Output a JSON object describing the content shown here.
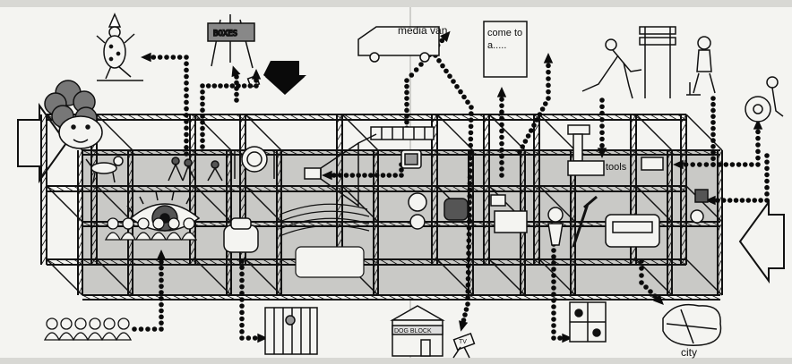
{
  "labels": {
    "media_van": "media van",
    "come_to": "come to",
    "come_to_line2": "a.....",
    "tools": "tools",
    "city": "city",
    "dog_block": "DOG BLOCK",
    "tv": "TV",
    "signboard": "BOXES"
  },
  "colors": {
    "paper": "#f4f4f1",
    "band": "#c9c9c6",
    "ink": "#111111",
    "dots": "#0b0b0b"
  },
  "icons": [
    "clown-icon",
    "easel-icon",
    "media-van-icon",
    "poster-icon",
    "carpenter-icon",
    "dancer-icon",
    "cyclist-icon",
    "face-icon",
    "big-down-arrow-icon",
    "left-open-arrow-icon",
    "right-open-arrow-icon",
    "dog-icon",
    "film-strip-icon",
    "tv-icon",
    "eye-icon",
    "telephone-icon",
    "tools-icon",
    "chair-icon",
    "jail-icon",
    "building-icon",
    "camera-icon",
    "window-icon",
    "city-map-icon",
    "crowd-icon"
  ]
}
